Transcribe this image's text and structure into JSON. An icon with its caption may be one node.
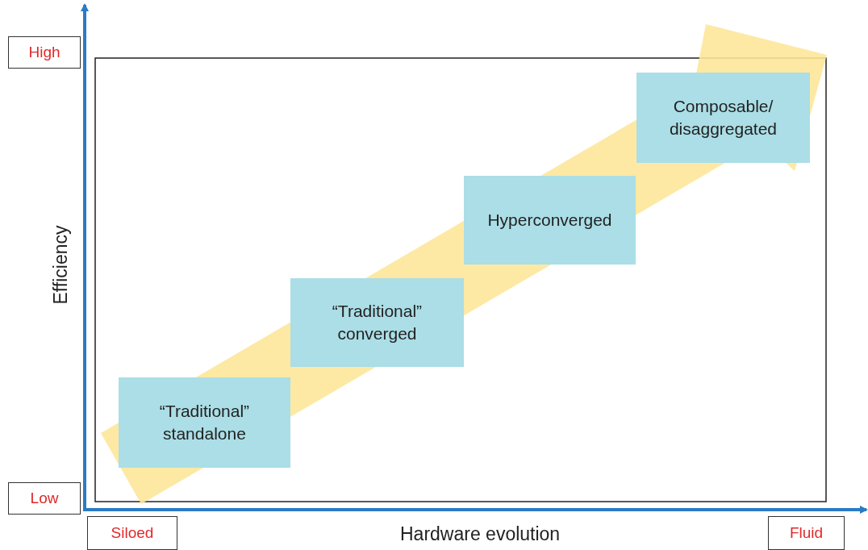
{
  "diagram": {
    "nodes": [
      {
        "text": [
          "High"
        ]
      },
      {
        "text": [
          "Composable/ disaggregated"
        ]
      },
      {
        "text": [
          "Hyperconverged"
        ]
      },
      {
        "text": [
          "“Traditional” converged"
        ]
      },
      {
        "text": [
          "“Traditional” standalone"
        ]
      },
      {
        "text": [
          "Low"
        ]
      },
      {
        "text": [
          "Siloed"
        ]
      },
      {
        "text": [
          "Fluid"
        ]
      }
    ],
    "labels": [
      "Efficiency",
      "Hardware evolution"
    ]
  }
}
